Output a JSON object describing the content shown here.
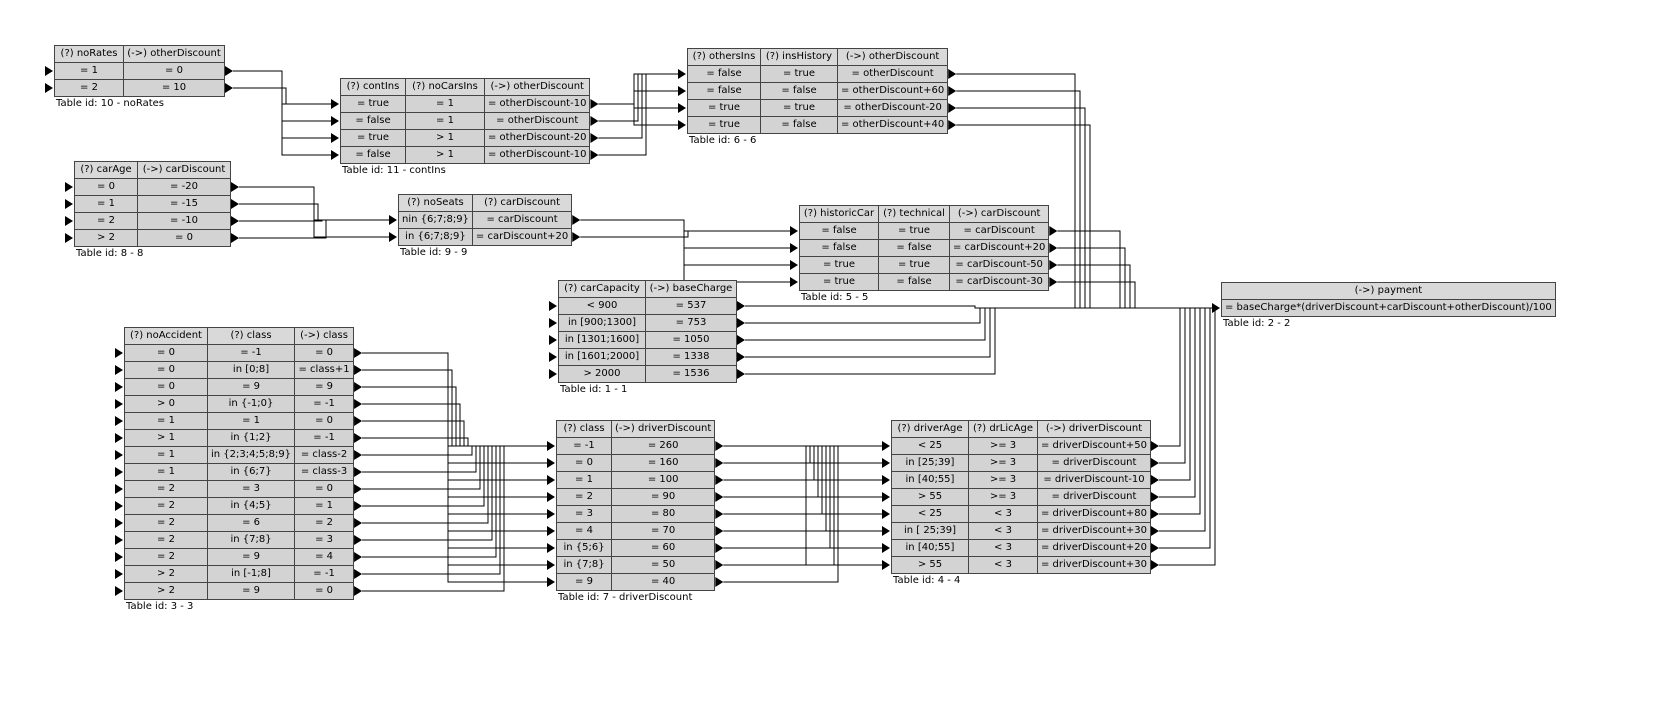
{
  "tables": [
    {
      "id": "t10",
      "caption": "Table id: 10 - noRates",
      "headers": [
        "(?) noRates",
        "(->) otherDiscount"
      ],
      "rows": [
        [
          "= 1",
          "= 0"
        ],
        [
          "= 2",
          "= 10"
        ]
      ]
    },
    {
      "id": "t11",
      "caption": "Table id: 11 - contIns",
      "headers": [
        "(?) contIns",
        "(?) noCarsIns",
        "(->) otherDiscount"
      ],
      "rows": [
        [
          "= true",
          "= 1",
          "= otherDiscount-10"
        ],
        [
          "= false",
          "= 1",
          "= otherDiscount"
        ],
        [
          "= true",
          "> 1",
          "= otherDiscount-20"
        ],
        [
          "= false",
          "> 1",
          "= otherDiscount-10"
        ]
      ]
    },
    {
      "id": "t6",
      "caption": "Table id: 6 - 6",
      "headers": [
        "(?) othersIns",
        "(?) insHistory",
        "(->) otherDiscount"
      ],
      "rows": [
        [
          "= false",
          "= true",
          "= otherDiscount"
        ],
        [
          "= false",
          "= false",
          "= otherDiscount+60"
        ],
        [
          "= true",
          "= true",
          "= otherDiscount-20"
        ],
        [
          "= true",
          "= false",
          "= otherDiscount+40"
        ]
      ]
    },
    {
      "id": "t8",
      "caption": "Table id: 8 - 8",
      "headers": [
        "(?) carAge",
        "(->) carDiscount"
      ],
      "rows": [
        [
          "= 0",
          "= -20"
        ],
        [
          "= 1",
          "= -15"
        ],
        [
          "= 2",
          "= -10"
        ],
        [
          "> 2",
          "= 0"
        ]
      ]
    },
    {
      "id": "t9",
      "caption": "Table id: 9 - 9",
      "headers": [
        "(?) noSeats",
        "(?) carDiscount"
      ],
      "rows": [
        [
          "nin {6;7;8;9}",
          "= carDiscount"
        ],
        [
          "in {6;7;8;9}",
          "= carDiscount+20"
        ]
      ]
    },
    {
      "id": "t5",
      "caption": "Table id: 5 - 5",
      "headers": [
        "(?) historicCar",
        "(?) technical",
        "(->) carDiscount"
      ],
      "rows": [
        [
          "= false",
          "= true",
          "= carDiscount"
        ],
        [
          "= false",
          "= false",
          "= carDiscount+20"
        ],
        [
          "= true",
          "= true",
          "= carDiscount-50"
        ],
        [
          "= true",
          "= false",
          "= carDiscount-30"
        ]
      ]
    },
    {
      "id": "t1",
      "caption": "Table id: 1 - 1",
      "headers": [
        "(?) carCapacity",
        "(->) baseCharge"
      ],
      "rows": [
        [
          "< 900",
          "= 537"
        ],
        [
          "in [900;1300]",
          "= 753"
        ],
        [
          "in [1301;1600]",
          "= 1050"
        ],
        [
          "in [1601;2000]",
          "= 1338"
        ],
        [
          "> 2000",
          "= 1536"
        ]
      ]
    },
    {
      "id": "t2",
      "caption": "Table id: 2 - 2",
      "headers": [
        "(->) payment"
      ],
      "rows": [
        [
          "= baseCharge*(driverDiscount+carDiscount+otherDiscount)/100"
        ]
      ]
    },
    {
      "id": "t3",
      "caption": "Table id: 3 - 3",
      "headers": [
        "(?) noAccident",
        "(?) class",
        "(->) class"
      ],
      "rows": [
        [
          "= 0",
          "= -1",
          "= 0"
        ],
        [
          "= 0",
          "in [0;8]",
          "= class+1"
        ],
        [
          "= 0",
          "= 9",
          "= 9"
        ],
        [
          "> 0",
          "in {-1;0}",
          "= -1"
        ],
        [
          "= 1",
          "= 1",
          "= 0"
        ],
        [
          "> 1",
          "in {1;2}",
          "= -1"
        ],
        [
          "= 1",
          "in {2;3;4;5;8;9}",
          "= class-2"
        ],
        [
          "= 1",
          "in {6;7}",
          "= class-3"
        ],
        [
          "= 2",
          "= 3",
          "= 0"
        ],
        [
          "= 2",
          "in {4;5}",
          "= 1"
        ],
        [
          "= 2",
          "= 6",
          "= 2"
        ],
        [
          "= 2",
          "in {7;8}",
          "= 3"
        ],
        [
          "= 2",
          "= 9",
          "= 4"
        ],
        [
          "> 2",
          "in [-1;8]",
          "= -1"
        ],
        [
          "> 2",
          "= 9",
          "= 0"
        ]
      ]
    },
    {
      "id": "t7",
      "caption": "Table id: 7 - driverDiscount",
      "headers": [
        "(?) class",
        "(->) driverDiscount"
      ],
      "rows": [
        [
          "= -1",
          "= 260"
        ],
        [
          "= 0",
          "= 160"
        ],
        [
          "= 1",
          "= 100"
        ],
        [
          "= 2",
          "= 90"
        ],
        [
          "= 3",
          "= 80"
        ],
        [
          "= 4",
          "= 70"
        ],
        [
          "in {5;6}",
          "= 60"
        ],
        [
          "in {7;8}",
          "= 50"
        ],
        [
          "= 9",
          "= 40"
        ]
      ]
    },
    {
      "id": "t4",
      "caption": "Table id: 4 - 4",
      "headers": [
        "(?) driverAge",
        "(?) drLicAge",
        "(->) driverDiscount"
      ],
      "rows": [
        [
          "< 25",
          ">= 3",
          "= driverDiscount+50"
        ],
        [
          "in [25;39]",
          ">= 3",
          "= driverDiscount"
        ],
        [
          "in [40;55]",
          ">= 3",
          "= driverDiscount-10"
        ],
        [
          "> 55",
          ">= 3",
          "= driverDiscount"
        ],
        [
          "< 25",
          "< 3",
          "= driverDiscount+80"
        ],
        [
          "in [ 25;39]",
          "< 3",
          "= driverDiscount+30"
        ],
        [
          "in [40;55]",
          "< 3",
          "= driverDiscount+20"
        ],
        [
          "> 55",
          "< 3",
          "= driverDiscount+30"
        ]
      ]
    }
  ]
}
